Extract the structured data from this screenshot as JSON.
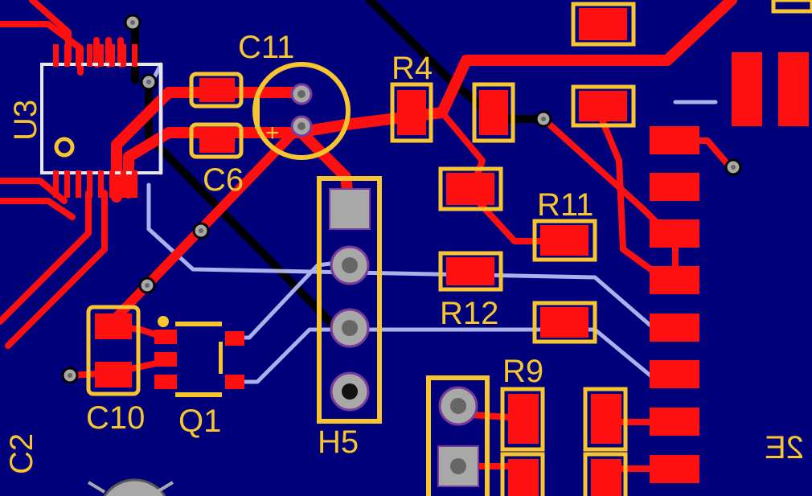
{
  "colors": {
    "board": "#00007a",
    "copper_top": "#ff1010",
    "silkscreen": "#f7c62f",
    "bottom_trace": "#c8d0ff",
    "via_ring": "#a8a8a8",
    "via_hole": "#666666",
    "pad_dark": "#111111"
  },
  "labels": {
    "u3": "U3",
    "c11": "C11",
    "c6": "C6",
    "c10": "C10",
    "q1": "Q1",
    "h5": "H5",
    "r4": "R4",
    "r11": "R11",
    "r12": "R12",
    "r9": "R9",
    "c2": "C2",
    "mirrored_bottom": "2E"
  },
  "icons": {
    "via": "via-icon",
    "through_hole_pad": "through-hole-pad-icon",
    "square_pad": "square-pad-icon",
    "smd_pad": "smd-pad-icon",
    "polarity_marker": "plus-icon"
  }
}
